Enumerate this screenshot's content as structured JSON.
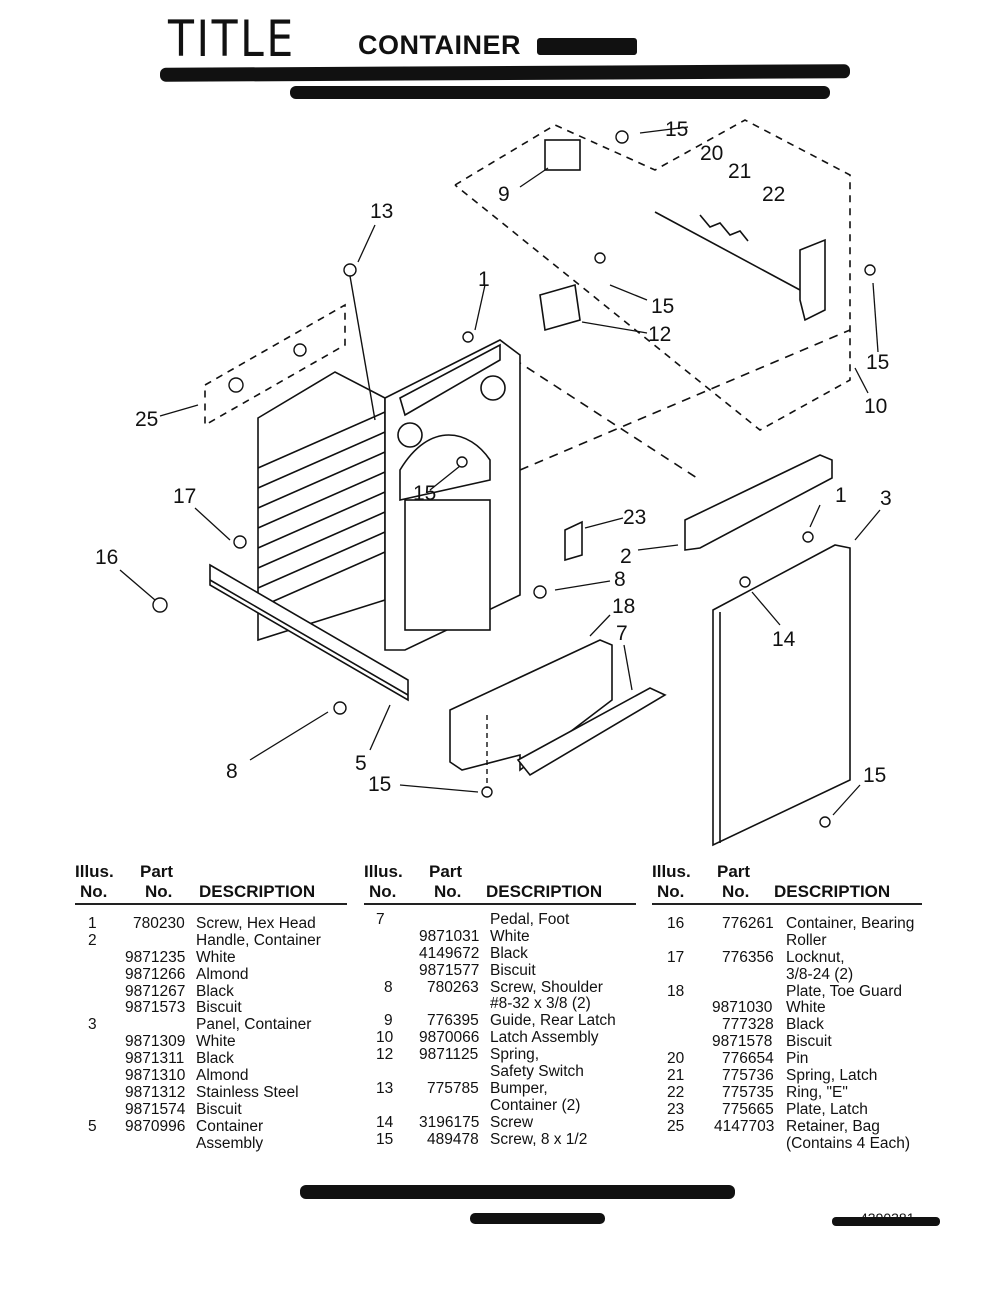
{
  "header": {
    "handwritten_title": "TITLE",
    "heading": "CONTAINER"
  },
  "callouts": [
    {
      "id": "c15a",
      "label": "15"
    },
    {
      "id": "c20",
      "label": "20"
    },
    {
      "id": "c21",
      "label": "21"
    },
    {
      "id": "c22",
      "label": "22"
    },
    {
      "id": "c9",
      "label": "9"
    },
    {
      "id": "c13",
      "label": "13"
    },
    {
      "id": "c1a",
      "label": "1"
    },
    {
      "id": "c15b",
      "label": "15"
    },
    {
      "id": "c12",
      "label": "12"
    },
    {
      "id": "c15c",
      "label": "15"
    },
    {
      "id": "c10",
      "label": "10"
    },
    {
      "id": "c25",
      "label": "25"
    },
    {
      "id": "c17",
      "label": "17"
    },
    {
      "id": "c15d",
      "label": "15"
    },
    {
      "id": "c1b",
      "label": "1"
    },
    {
      "id": "c3",
      "label": "3"
    },
    {
      "id": "c23",
      "label": "23"
    },
    {
      "id": "c16",
      "label": "16"
    },
    {
      "id": "c2",
      "label": "2"
    },
    {
      "id": "c8a",
      "label": "8"
    },
    {
      "id": "c18",
      "label": "18"
    },
    {
      "id": "c7",
      "label": "7"
    },
    {
      "id": "c14",
      "label": "14"
    },
    {
      "id": "c8b",
      "label": "8"
    },
    {
      "id": "c5",
      "label": "5"
    },
    {
      "id": "c15e",
      "label": "15"
    },
    {
      "id": "c15f",
      "label": "15"
    }
  ],
  "table_headers": {
    "illus_1": "Illus.",
    "illus_2": "No.",
    "part_1": "Part",
    "part_2": "No.",
    "description": "DESCRIPTION"
  },
  "columns": [
    {
      "rows": [
        [
          "1",
          "780230",
          "Screw, Hex Head"
        ],
        [
          "2",
          "",
          "Handle, Container"
        ],
        [
          "",
          "9871235",
          "White"
        ],
        [
          "",
          "9871266",
          "Almond"
        ],
        [
          "",
          "9871267",
          "Black"
        ],
        [
          "",
          "9871573",
          "Biscuit"
        ],
        [
          "3",
          "",
          "Panel, Container"
        ],
        [
          "",
          "9871309",
          "White"
        ],
        [
          "",
          "9871311",
          "Black"
        ],
        [
          "",
          "9871310",
          "Almond"
        ],
        [
          "",
          "9871312",
          "Stainless Steel"
        ],
        [
          "",
          "9871574",
          "Biscuit"
        ],
        [
          "5",
          "9870996",
          "Container"
        ],
        [
          "",
          "",
          "Assembly"
        ]
      ]
    },
    {
      "rows": [
        [
          "7",
          "",
          "Pedal, Foot"
        ],
        [
          "",
          "9871031",
          "White"
        ],
        [
          "",
          "4149672",
          "Black"
        ],
        [
          "",
          "9871577",
          "Biscuit"
        ],
        [
          "8",
          "780263",
          "Screw, Shoulder"
        ],
        [
          "",
          "",
          "#8-32 x 3/8 (2)"
        ],
        [
          "9",
          "776395",
          "Guide, Rear Latch"
        ],
        [
          "10",
          "9870066",
          "Latch Assembly"
        ],
        [
          "12",
          "9871125",
          "Spring,"
        ],
        [
          "",
          "",
          "Safety Switch"
        ],
        [
          "13",
          "775785",
          "Bumper,"
        ],
        [
          "",
          "",
          "Container (2)"
        ],
        [
          "14",
          "3196175",
          "Screw"
        ],
        [
          "15",
          "489478",
          "Screw, 8 x 1/2"
        ]
      ]
    },
    {
      "rows": [
        [
          "16",
          "776261",
          "Container, Bearing"
        ],
        [
          "",
          "",
          "Roller"
        ],
        [
          "17",
          "776356",
          "Locknut,"
        ],
        [
          "",
          "",
          "3/8-24 (2)"
        ],
        [
          "18",
          "",
          "Plate, Toe Guard"
        ],
        [
          "",
          "9871030",
          "White"
        ],
        [
          "",
          "777328",
          "Black"
        ],
        [
          "",
          "9871578",
          "Biscuit"
        ],
        [
          "20",
          "776654",
          "Pin"
        ],
        [
          "21",
          "775736",
          "Spring, Latch"
        ],
        [
          "22",
          "775735",
          "Ring, \"E\""
        ],
        [
          "23",
          "775665",
          "Plate, Latch"
        ],
        [
          "25",
          "4147703",
          "Retainer, Bag"
        ],
        [
          "",
          "",
          "(Contains 4 Each)"
        ]
      ]
    }
  ],
  "footer": {
    "part_number": "4390381"
  }
}
